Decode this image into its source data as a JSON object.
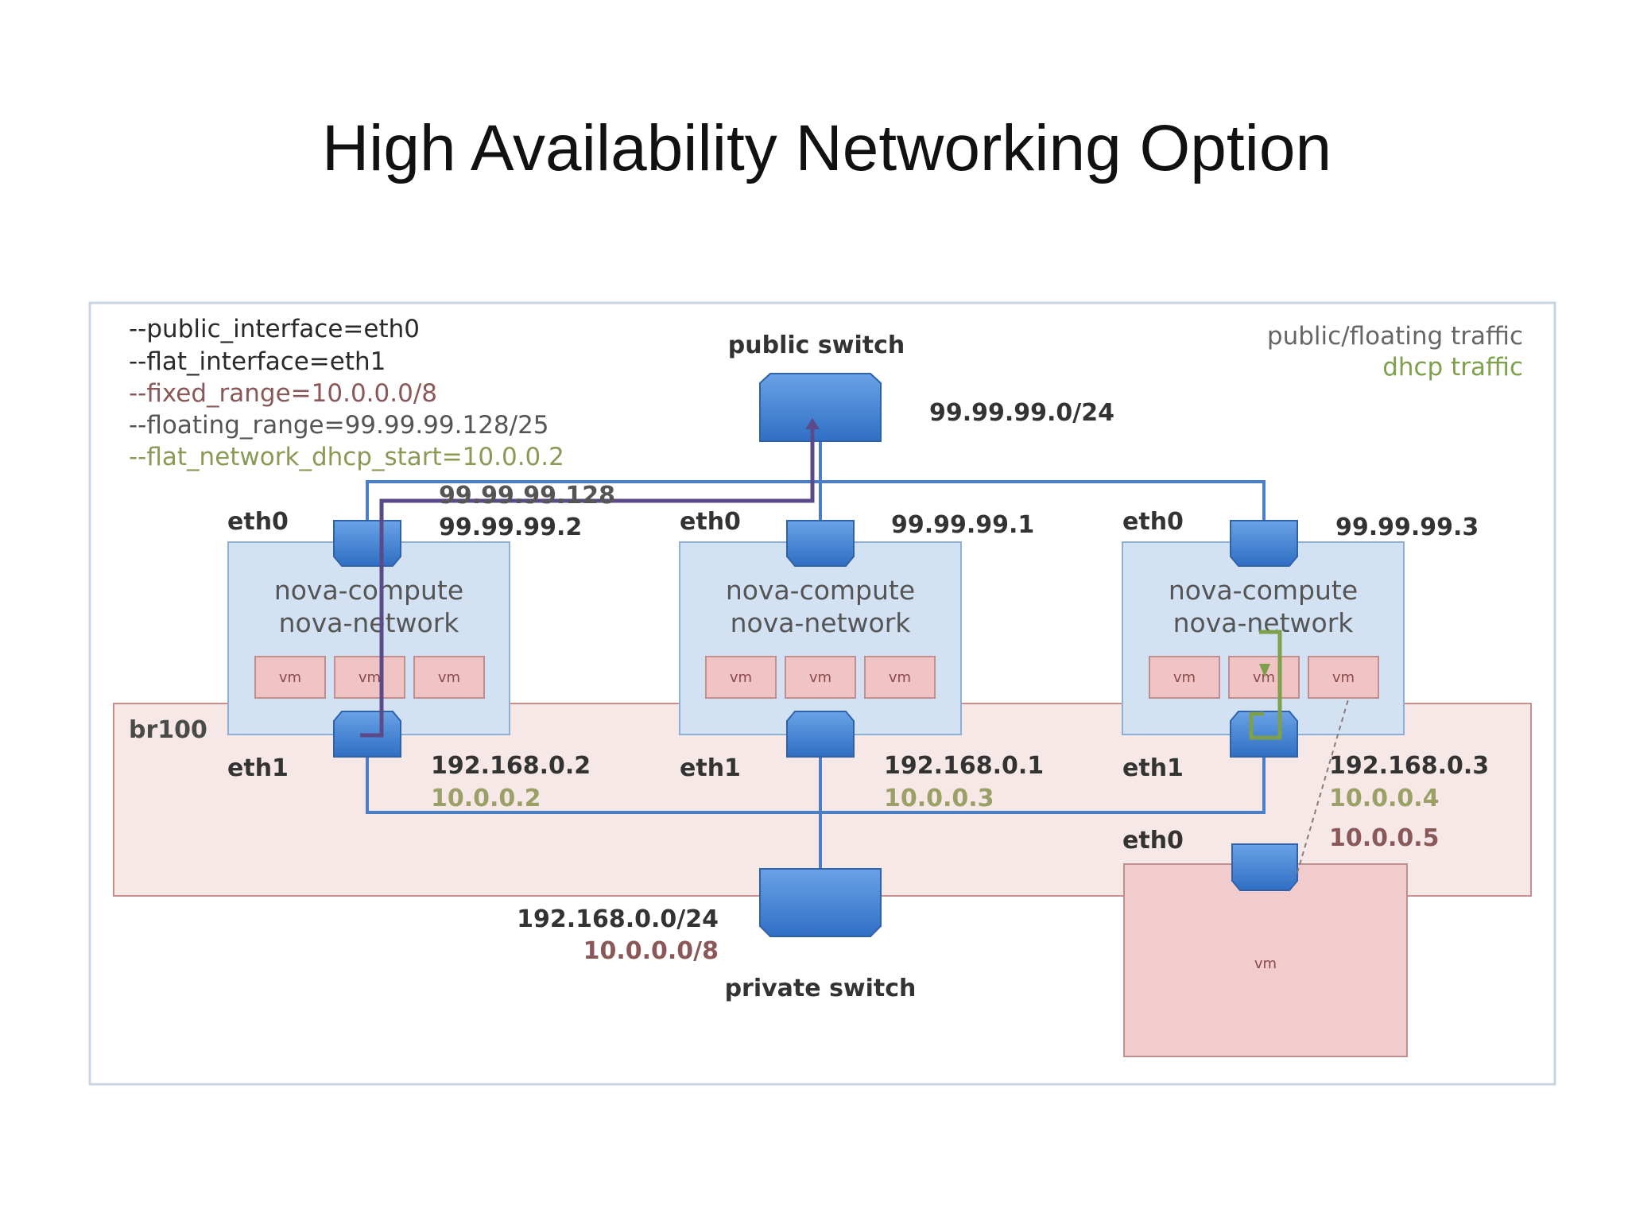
{
  "title": "High Availability Networking Option",
  "flags": [
    {
      "text": "--public_interface=eth0",
      "color": "#2a2a2a"
    },
    {
      "text": "--flat_interface=eth1",
      "color": "#2a2a2a"
    },
    {
      "text": "--fixed_range=10.0.0.0/8",
      "color": "#8a5858"
    },
    {
      "text": "--floating_range=99.99.99.128/25",
      "color": "#555555"
    },
    {
      "text": "--flat_network_dhcp_start=10.0.0.2",
      "color": "#8a9a55"
    }
  ],
  "legend": {
    "public_floating": "public/floating traffic",
    "dhcp": "dhcp traffic"
  },
  "public_switch": {
    "label": "public switch",
    "subnet": "99.99.99.0/24"
  },
  "private_switch": {
    "label": "private switch",
    "subnet": "192.168.0.0/24",
    "fixed": "10.0.0.0/8"
  },
  "bridge_label": "br100",
  "floating_ip": "99.99.99.128",
  "hosts": [
    {
      "service1": "nova-compute",
      "service2": "nova-network",
      "eth0": "eth0",
      "eth1": "eth1",
      "public_ip": "99.99.99.2",
      "private_ip": "192.168.0.2",
      "fixed_ip": "10.0.0.2",
      "vms": [
        "vm",
        "vm",
        "vm"
      ]
    },
    {
      "service1": "nova-compute",
      "service2": "nova-network",
      "eth0": "eth0",
      "eth1": "eth1",
      "public_ip": "99.99.99.1",
      "private_ip": "192.168.0.1",
      "fixed_ip": "10.0.0.3",
      "vms": [
        "vm",
        "vm",
        "vm"
      ]
    },
    {
      "service1": "nova-compute",
      "service2": "nova-network",
      "eth0": "eth0",
      "eth1": "eth1",
      "public_ip": "99.99.99.3",
      "private_ip": "192.168.0.3",
      "fixed_ip": "10.0.0.4",
      "vms": [
        "vm",
        "vm",
        "vm"
      ]
    }
  ],
  "big_vm": {
    "label": "vm",
    "eth0": "eth0",
    "ip": "10.0.0.5"
  },
  "colors": {
    "port": "#4a86d4",
    "host_fill": "#d3e2f2",
    "bridge_fill": "#f7e8e8",
    "bridge_stroke": "#c98e8e",
    "vm_fill": "#f0c4c4",
    "public_path": "#5a4a8a",
    "dhcp_path": "#7ea04c"
  }
}
